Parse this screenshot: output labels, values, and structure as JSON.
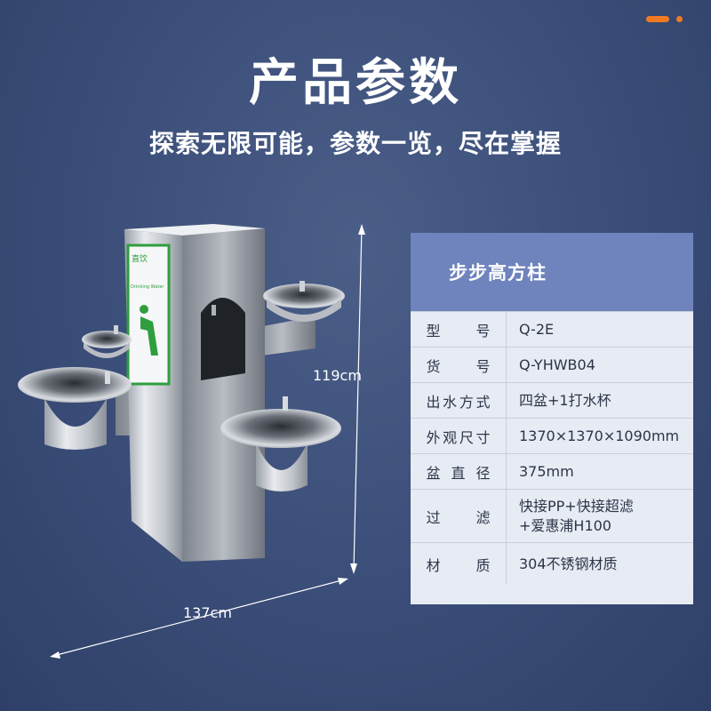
{
  "header": {
    "title": "产品参数",
    "subtitle": "探索无限可能，参数一览，尽在掌握"
  },
  "product": {
    "height_label": "119cm",
    "width_label": "137cm",
    "panel_text": "直饮",
    "panel_subtext": "Drinking Water"
  },
  "spec": {
    "name": "步步高方柱",
    "rows": [
      {
        "label": "型号",
        "value": "Q-2E"
      },
      {
        "label": "货号",
        "value": "Q-YHWB04"
      },
      {
        "label": "出水方式",
        "value": "四盆+1打水杯"
      },
      {
        "label": "外观尺寸",
        "value": "1370×1370×1090mm"
      },
      {
        "label": "盆直径",
        "value": "375mm"
      },
      {
        "label": "过滤",
        "value": "快接PP+快接超滤",
        "value2": "+爱惠浦H100"
      },
      {
        "label": "材质",
        "value": "304不锈钢材质"
      }
    ]
  },
  "colors": {
    "accent": "#f07a22",
    "header_bar": "#6f83bd",
    "table_bg": "#e7ebf3",
    "panel_green": "#2e9e3e"
  }
}
